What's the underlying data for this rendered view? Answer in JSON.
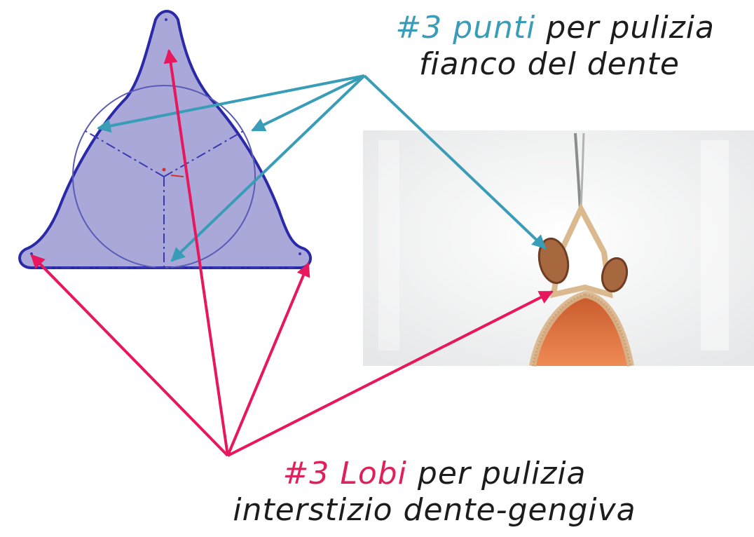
{
  "captions": {
    "top": {
      "highlight": "#3 punti",
      "rest": " per pulizia",
      "line2": "fianco del dente"
    },
    "bottom": {
      "highlight": "#3 Lobi",
      "rest": " per pulizia",
      "line2": "interstizio dente-gengiva"
    }
  },
  "colors": {
    "teal_arrow": "#3a9db8",
    "pink_arrow": "#e8175d",
    "shape_fill": "#a9a8d8",
    "shape_outline": "#2a2aa8",
    "gum": "#e0703e",
    "photo_bg": "#f1f2f2"
  }
}
